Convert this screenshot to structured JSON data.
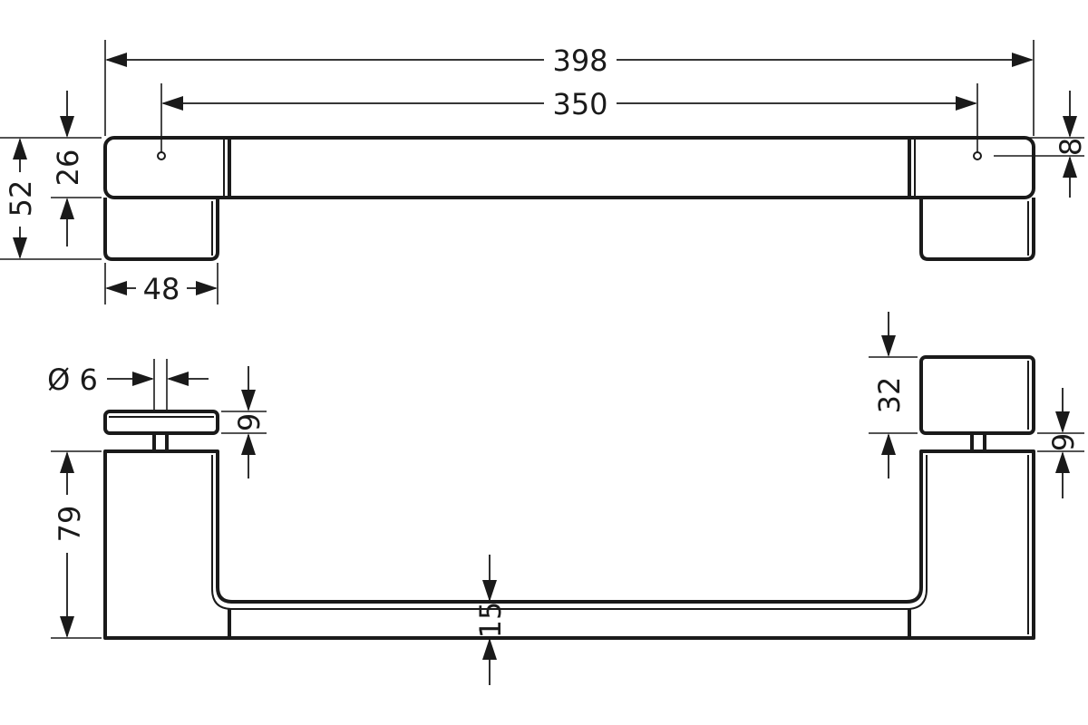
{
  "dimensions": {
    "overall_length": "398",
    "hole_spacing": "350",
    "total_height": "52",
    "bar_height": "26",
    "end_cap_width": "48",
    "right_offset": "8",
    "hole_diameter": "Ø 6",
    "hole_depth_left": "9",
    "hole_depth_right": "9",
    "mount_height": "32",
    "depth": "79",
    "bar_thickness": "15"
  }
}
